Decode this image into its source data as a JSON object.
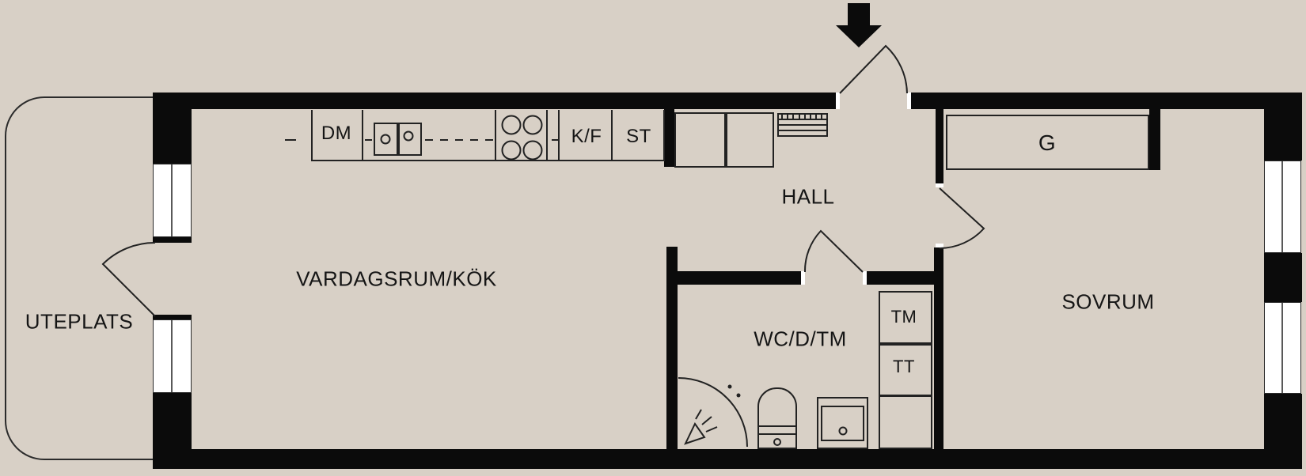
{
  "meta": {
    "type": "apartment floor plan"
  },
  "colors": {
    "background": "#d8d0c6",
    "wall": "#0b0b0b",
    "thin_line": "#222222",
    "window": "#ffffff"
  },
  "rooms": {
    "uteplats": "UTEPLATS",
    "vardagsrum_kok": "VARDAGSRUM/KÖK",
    "hall": "HALL",
    "wc_d_tm": "WC/D/TM",
    "sovrum": "SOVRUM",
    "garderob": "G"
  },
  "fixtures": {
    "dishwasher": "DM",
    "fridge_freezer": "K/F",
    "tall_cabinet": "ST",
    "washing_machine": "TM",
    "dryer": "TT"
  }
}
